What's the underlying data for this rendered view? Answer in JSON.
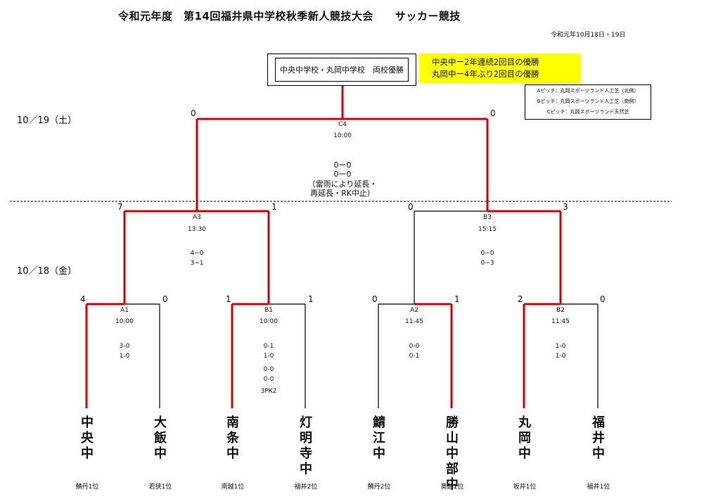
{
  "header": {
    "title": "令和元年度　第14回福井県中学校秋季新人競技大会　　サッカー競技",
    "dates": "令和元年10月18日・19日"
  },
  "champion": {
    "box_text": "中央中学校・丸岡中学校　両校優勝",
    "note_line1": "中央中ー2年連続2回目の優勝",
    "note_line2": "丸岡中ー4年ぶり2回目の優勝"
  },
  "pitches": [
    "Aピッチ：丸岡スポーツランド人工芝（北側）",
    "Bピッチ：丸岡スポーツランド人工芝（南側）",
    "Cピッチ：丸岡スポーツランド天然芝"
  ],
  "day_labels": {
    "day2": "10／19（土）",
    "day1": "10／18（金）"
  },
  "final": {
    "code": "C4",
    "time": "10:00",
    "score_left": "0",
    "score_right": "0",
    "detail1": "0ー0",
    "detail2": "0ー0",
    "note1": "（雷雨により延長・",
    "note2": "再延長・RK中止）"
  },
  "semis": [
    {
      "code": "A3",
      "time": "13:30",
      "score_left": "7",
      "score_right": "1",
      "half1": "4−0",
      "half2": "3−1"
    },
    {
      "code": "B3",
      "time": "15:15",
      "score_left": "0",
      "score_right": "3",
      "half1": "0−0",
      "half2": "0−3"
    }
  ],
  "firsts": [
    {
      "code": "A1",
      "time": "10:00",
      "score_left": "4",
      "score_right": "0",
      "half1": "3-0",
      "half2": "1-0",
      "extra1": "",
      "extra2": "",
      "pk": ""
    },
    {
      "code": "B1",
      "time": "10:00",
      "score_left": "1",
      "score_right": "1",
      "half1": "0-1",
      "half2": "1-0",
      "extra1": "0-0",
      "extra2": "0-0",
      "pk": "3PK2"
    },
    {
      "code": "A2",
      "time": "11:45",
      "score_left": "0",
      "score_right": "1",
      "half1": "0-0",
      "half2": "0-1",
      "extra1": "",
      "extra2": "",
      "pk": ""
    },
    {
      "code": "B2",
      "time": "11:45",
      "score_left": "2",
      "score_right": "0",
      "half1": "1-0",
      "half2": "1-0",
      "extra1": "",
      "extra2": "",
      "pk": ""
    }
  ],
  "teams": [
    {
      "name": "中央中",
      "rank": "鯖丹1位"
    },
    {
      "name": "大飯中",
      "rank": "若狭1位"
    },
    {
      "name": "南条中",
      "rank": "南越1位"
    },
    {
      "name": "灯明寺中",
      "rank": "福井2位"
    },
    {
      "name": "鯖江中",
      "rank": "鯖丹2位"
    },
    {
      "name": "勝山中部中",
      "rank": "奥越1位"
    },
    {
      "name": "丸岡中",
      "rank": "坂井1位"
    },
    {
      "name": "福井中",
      "rank": "福井1位"
    }
  ],
  "colors": {
    "winner_path": "#d40000",
    "normal_path": "#000000",
    "note_bg": "#ffff00"
  }
}
